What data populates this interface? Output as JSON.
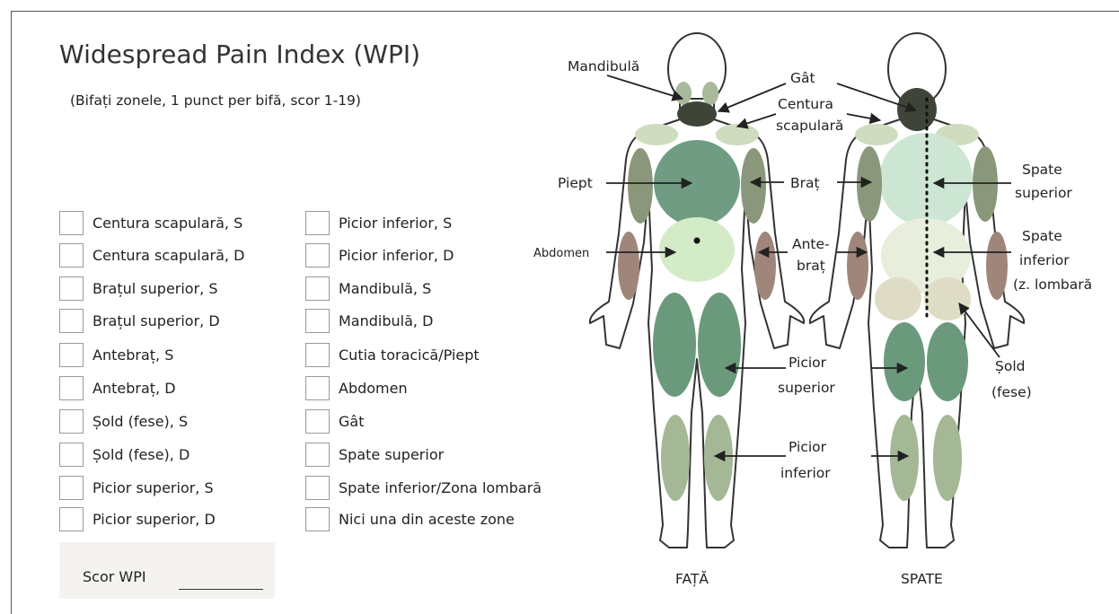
{
  "form": {
    "title": "Widespread Pain Index (WPI)",
    "subtitle": "(Bifați zonele, 1 punct per bifă, scor 1-19)",
    "checkboxes_left": [
      "Centura scapulară, S",
      "Centura scapulară, D",
      "Brațul superior, S",
      "Brațul superior, D",
      "Antebraț, S",
      "Antebraț, D",
      "Șold (fese), S",
      "Șold (fese), D",
      "Picior superior, S",
      "Picior superior, D"
    ],
    "checkboxes_right": [
      "Picior inferior, S",
      "Picior inferior, D",
      "Mandibulă, S",
      "Mandibulă, D",
      "Cutia toracică/Piept",
      "Abdomen",
      "Gât",
      "Spate superior",
      "Spate inferior/Zona lombară",
      "Nici una din aceste zone"
    ],
    "score_label": "Scor WPI",
    "score_value": ""
  },
  "diagram": {
    "labels": {
      "mandibula": "Mandibulă",
      "gat": "Gât",
      "centura_line1": "Centura",
      "centura_line2": "scapulară",
      "piept": "Piept",
      "brat": "Braț",
      "spate_superior_line1": "Spate",
      "spate_superior_line2": "superior",
      "abdomen": "Abdomen",
      "antebrat_line1": "Ante-",
      "antebrat_line2": "braț",
      "spate_inferior_line1": "Spate",
      "spate_inferior_line2": "inferior",
      "spate_inferior_line3": "(z. lombară",
      "sold_line1": "Șold",
      "sold_line2": "(fese)",
      "picior_superior_line1": "Picior",
      "picior_superior_line2": "superior",
      "picior_inferior_line1": "Picior",
      "picior_inferior_line2": "inferior",
      "front": "FAȚĂ",
      "back": "SPATE"
    },
    "colors": {
      "mandible": "#a9b99b",
      "neck": "#3e4538",
      "shoulder": "#cfdcbf",
      "chest": "#6f9c83",
      "upper_back": "#cde6d4",
      "abdomen": "#d4ebc8",
      "lower_back": "#e7eedc",
      "upper_arm": "#8b977a",
      "forearm": "#a0867a",
      "hip": "#dfdcc6",
      "thigh": "#6a9a7b",
      "lower_leg": "#a4b896"
    }
  }
}
